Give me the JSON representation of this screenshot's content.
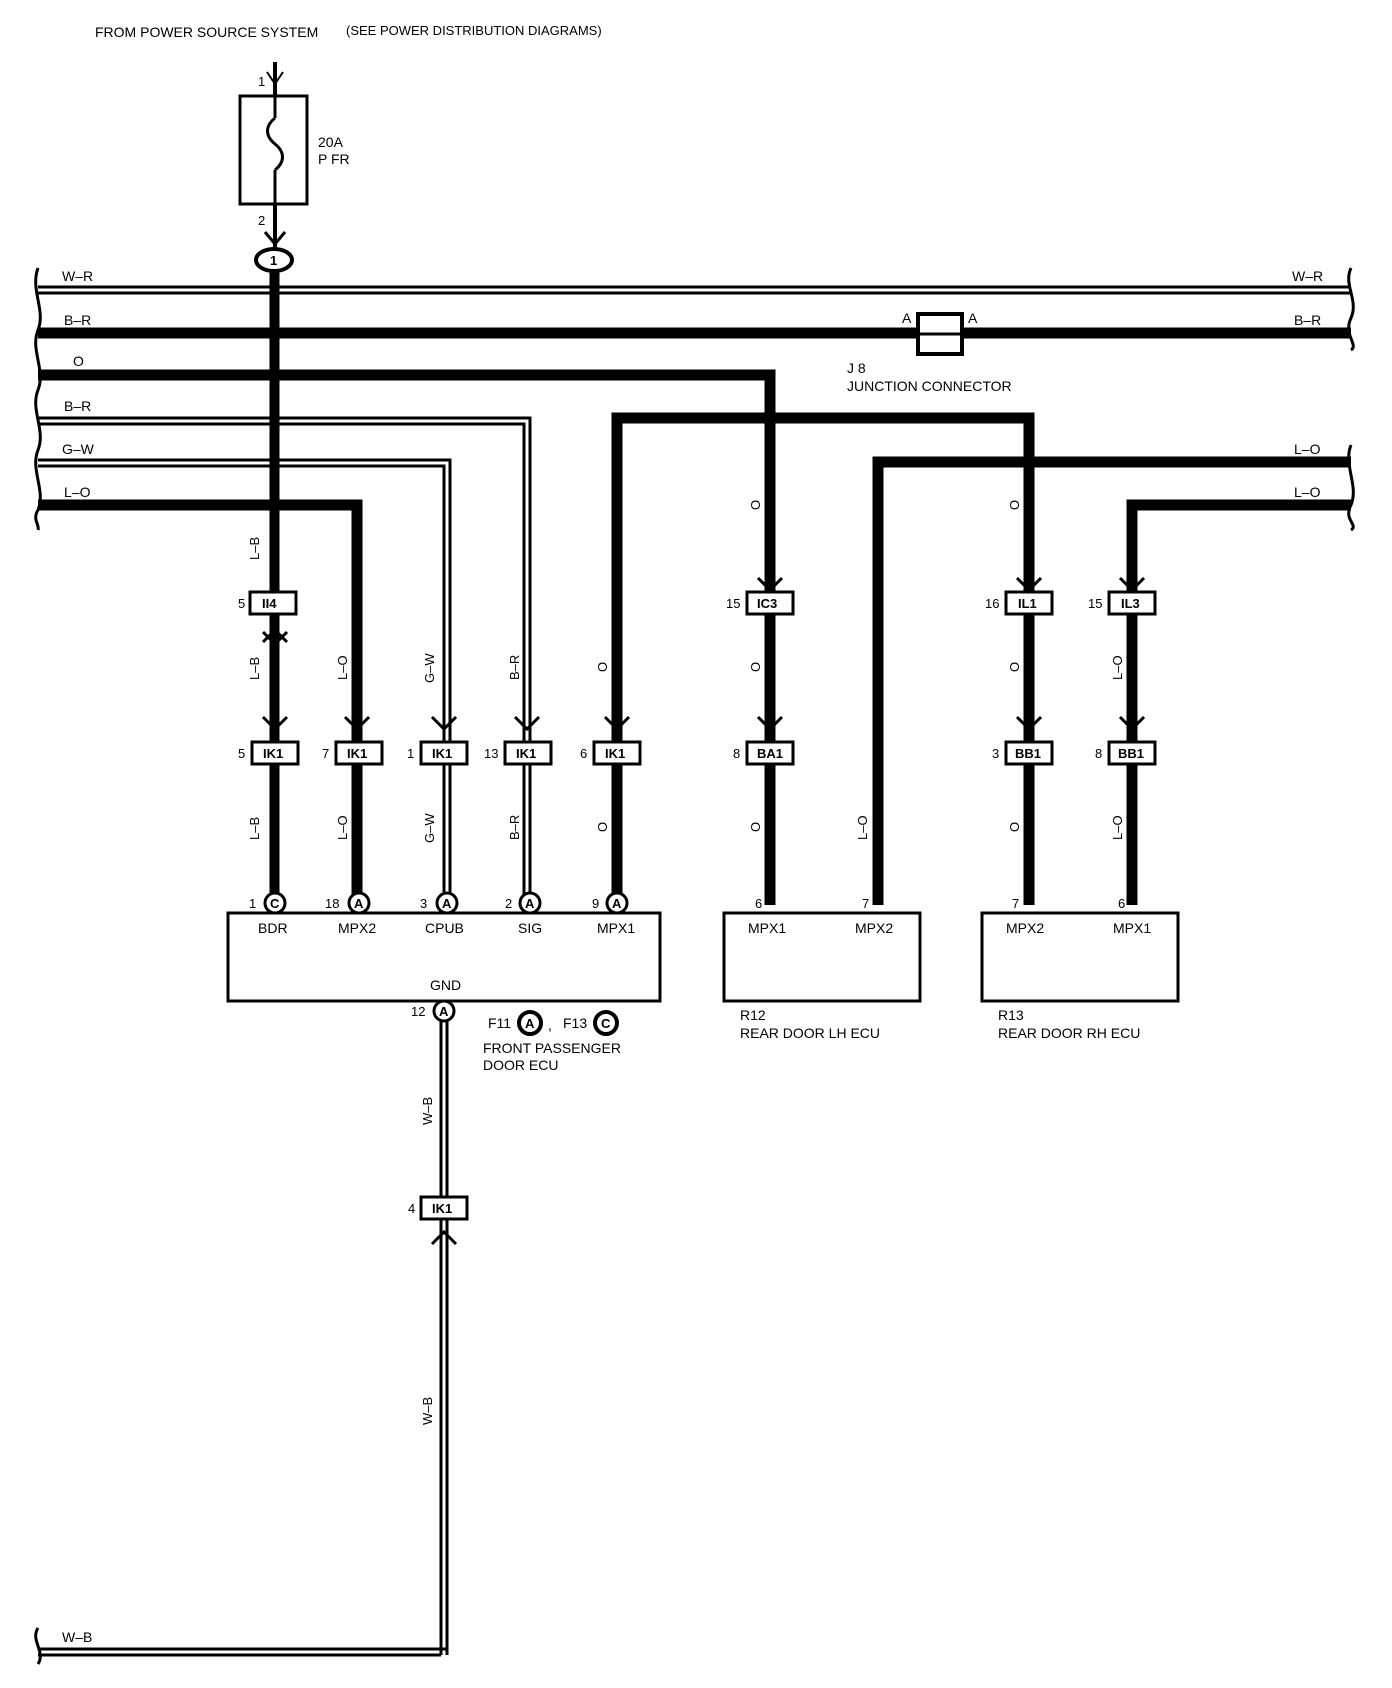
{
  "source": {
    "text_main": "FROM POWER SOURCE SYSTEM",
    "text_note": "(SEE POWER DISTRIBUTION DIAGRAMS)"
  },
  "fuse": {
    "pin_in": "1",
    "pin_out": "2",
    "rating": "20A",
    "name": "P FR",
    "junction": "1"
  },
  "bus": {
    "wr_left": "W–R",
    "wr_right": "W–R",
    "br_left": "B–R",
    "br_right": "B–R",
    "o_left": "O",
    "br2_left": "B–R",
    "gw_left": "G–W",
    "lo_left": "L–O",
    "lo_right1": "L–O",
    "lo_right2": "L–O",
    "wb_left": "W–B"
  },
  "junction_j8": {
    "pin_left": "A",
    "pin_right": "A",
    "id": "J 8",
    "name": "JUNCTION CONNECTOR"
  },
  "upper_connectors": {
    "ii4": {
      "pin": "5",
      "id": "II4"
    },
    "ic3": {
      "pin": "15",
      "id": "IC3"
    },
    "il1": {
      "pin": "16",
      "id": "IL1"
    },
    "il3": {
      "pin": "15",
      "id": "IL3"
    }
  },
  "lower_connectors": {
    "ik1_a": {
      "pin": "5",
      "id": "IK1"
    },
    "ik1_b": {
      "pin": "7",
      "id": "IK1"
    },
    "ik1_c": {
      "pin": "1",
      "id": "IK1"
    },
    "ik1_d": {
      "pin": "13",
      "id": "IK1"
    },
    "ik1_e": {
      "pin": "6",
      "id": "IK1"
    },
    "ba1": {
      "pin": "8",
      "id": "BA1"
    },
    "bb1_a": {
      "pin": "3",
      "id": "BB1"
    },
    "bb1_b": {
      "pin": "8",
      "id": "BB1"
    },
    "ik1_gnd": {
      "pin": "4",
      "id": "IK1"
    }
  },
  "wire_colors": {
    "lb_top": "L–B",
    "lb_mid": "L–B",
    "lb_bot": "L–B",
    "lo_mid": "L–O",
    "lo_bot": "L–O",
    "gw_mid": "G–W",
    "gw_bot": "G–W",
    "br_mid": "B–R",
    "br_bot": "B–R",
    "o_mid": "O",
    "o_bot": "O",
    "ic3_top": "O",
    "ic3_mid": "O",
    "ic3_bot": "O",
    "r12_lo": "L–O",
    "il1_top": "O",
    "il1_mid": "O",
    "il1_bot": "O",
    "il3_mid": "L–O",
    "il3_bot": "L–O",
    "wb_upper": "W–B",
    "wb_lower": "W–B"
  },
  "front_ecu": {
    "pins": [
      {
        "num": "1",
        "conn": "C",
        "name": "BDR"
      },
      {
        "num": "18",
        "conn": "A",
        "name": "MPX2"
      },
      {
        "num": "3",
        "conn": "A",
        "name": "CPUB"
      },
      {
        "num": "2",
        "conn": "A",
        "name": "SIG"
      },
      {
        "num": "9",
        "conn": "A",
        "name": "MPX1"
      }
    ],
    "gnd_name": "GND",
    "gnd_num": "12",
    "gnd_conn": "A",
    "ref1_id": "F11",
    "ref1_conn": "A",
    "separator": ",",
    "ref2_id": "F13",
    "ref2_conn": "C",
    "name_line1": "FRONT PASSENGER",
    "name_line2": "DOOR ECU"
  },
  "r12": {
    "pins": [
      {
        "num": "6",
        "name": "MPX1"
      },
      {
        "num": "7",
        "name": "MPX2"
      }
    ],
    "id": "R12",
    "name": "REAR DOOR LH ECU"
  },
  "r13": {
    "pins": [
      {
        "num": "7",
        "name": "MPX2"
      },
      {
        "num": "6",
        "name": "MPX1"
      }
    ],
    "id": "R13",
    "name": "REAR DOOR RH ECU"
  }
}
